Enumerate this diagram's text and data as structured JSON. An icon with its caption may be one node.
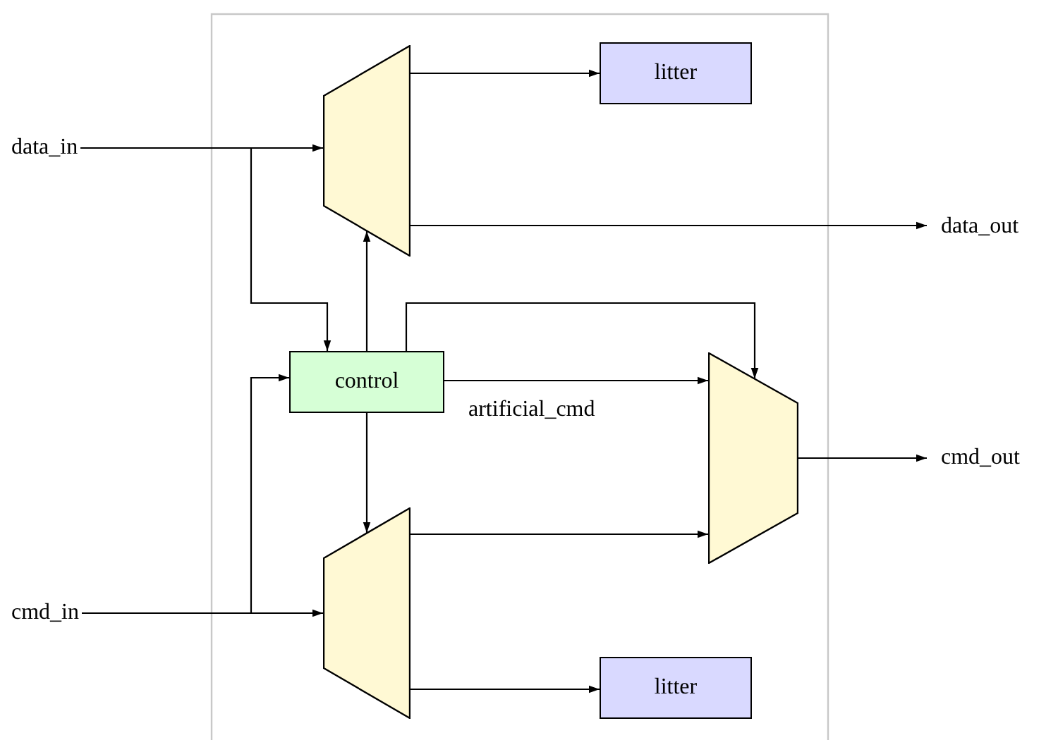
{
  "diagram": {
    "nodes": [
      {
        "text": [
          "data_in"
        ]
      },
      {
        "text": [],
        "shape": "trapezoid"
      },
      {
        "text": [
          "litter"
        ]
      },
      {
        "text": [
          "data_out"
        ]
      },
      {
        "text": [
          "control"
        ]
      },
      {
        "text": [],
        "shape": "trapezoid"
      },
      {
        "text": [
          "cmd_out"
        ]
      },
      {
        "text": [
          "cmd_in"
        ]
      },
      {
        "text": [],
        "shape": "trapezoid"
      },
      {
        "text": [
          "litter"
        ]
      }
    ],
    "edges": [
      {
        "from": 0,
        "to": 1,
        "arrow": "to"
      },
      {
        "from": 0,
        "to": 4,
        "arrow": "to"
      },
      {
        "from": 1,
        "to": 2,
        "arrow": "to"
      },
      {
        "from": 1,
        "to": 3,
        "arrow": "to"
      },
      {
        "from": 4,
        "to": 1,
        "arrow": "to"
      },
      {
        "from": 4,
        "to": 8,
        "arrow": "to"
      },
      {
        "from": 4,
        "to": 5,
        "arrow": "to"
      },
      {
        "from": 4,
        "to": 5,
        "label": "artificial_cmd",
        "arrow": "to"
      },
      {
        "from": 7,
        "to": 8,
        "arrow": "to"
      },
      {
        "from": 7,
        "to": 4,
        "arrow": "to"
      },
      {
        "from": 8,
        "to": 5,
        "arrow": "to"
      },
      {
        "from": 8,
        "to": 9,
        "arrow": "to"
      },
      {
        "from": 5,
        "to": 6,
        "arrow": "to"
      }
    ]
  }
}
